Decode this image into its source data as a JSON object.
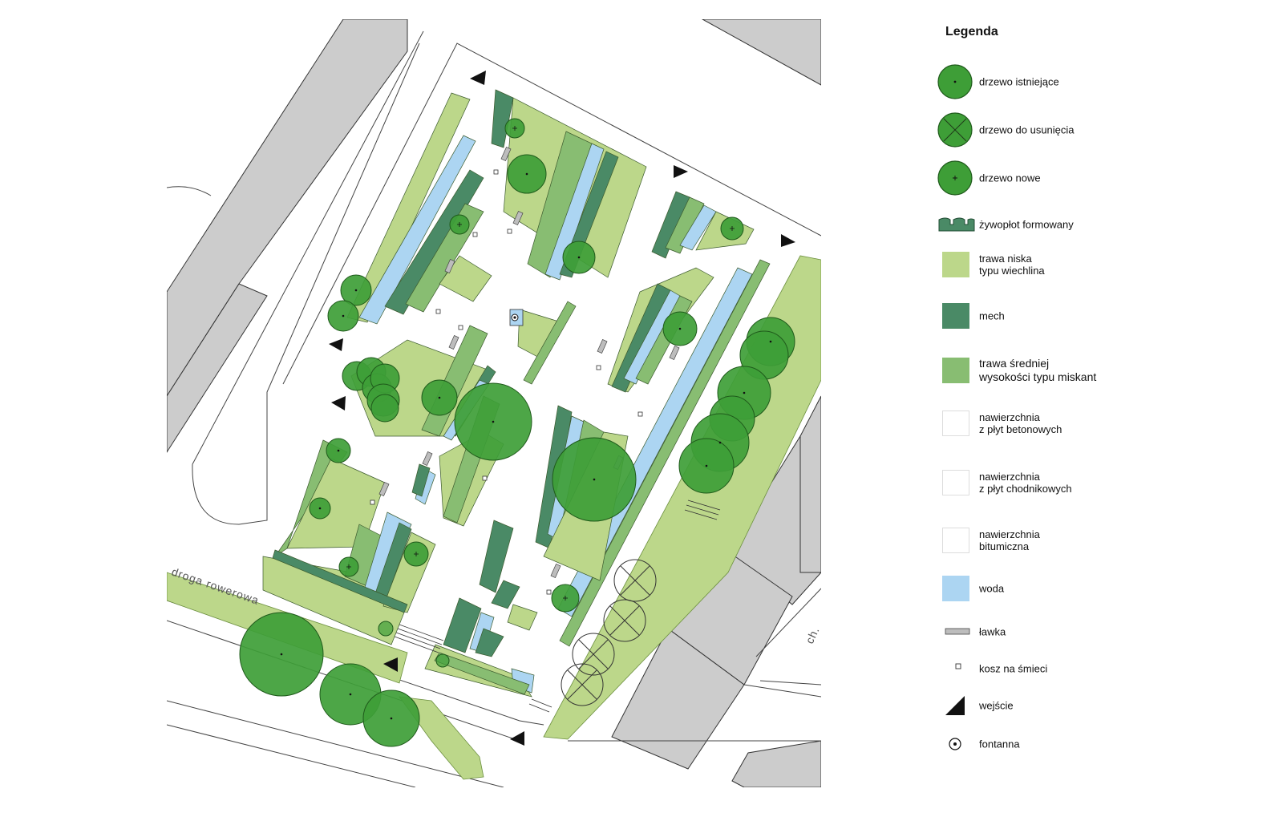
{
  "colors": {
    "grass_low": "#bcd78a",
    "moss": "#4a8a66",
    "grass_mid": "#88bd72",
    "water": "#acd5f2",
    "tree": "#3e9e37",
    "tree_stroke": "#1f5a1b",
    "building": "#cccccc",
    "bench": "#bdbdbd"
  },
  "map": {
    "bike_path_label": "droga rowerowa",
    "street_label": "ch."
  },
  "legend": {
    "title": "Legenda",
    "items": [
      {
        "key": "existing-tree",
        "label": "drzewo istniejące",
        "icon": "tree-dot-icon"
      },
      {
        "key": "tree-remove",
        "label": "drzewo do usunięcia",
        "icon": "tree-cross-icon"
      },
      {
        "key": "tree-new",
        "label": "drzewo nowe",
        "icon": "tree-plus-icon"
      },
      {
        "key": "hedge",
        "label": "żywopłot formowany",
        "icon": "hedge-icon"
      },
      {
        "key": "grass-low",
        "label": "trawa niska\ntypu wiechlina",
        "icon": "swatch-grass-low-icon"
      },
      {
        "key": "moss",
        "label": "mech",
        "icon": "swatch-moss-icon"
      },
      {
        "key": "grass-mid",
        "label": "trawa średniej\nwysokości typu miskant",
        "icon": "swatch-grass-mid-icon"
      },
      {
        "key": "concrete",
        "label": "nawierzchnia\nz płyt betonowych",
        "icon": "swatch-concrete-icon"
      },
      {
        "key": "pavement",
        "label": "nawierzchnia\nz płyt chodnikowych",
        "icon": "swatch-pavement-icon"
      },
      {
        "key": "asphalt",
        "label": "nawierzchnia\nbitumiczna",
        "icon": "swatch-asphalt-icon"
      },
      {
        "key": "water",
        "label": "woda",
        "icon": "swatch-water-icon"
      },
      {
        "key": "bench",
        "label": "ławka",
        "icon": "bench-icon"
      },
      {
        "key": "bin",
        "label": "kosz na śmieci",
        "icon": "bin-icon"
      },
      {
        "key": "entrance",
        "label": "wejście",
        "icon": "entrance-arrow-icon"
      },
      {
        "key": "fountain",
        "label": "fontanna",
        "icon": "fountain-icon"
      }
    ]
  }
}
